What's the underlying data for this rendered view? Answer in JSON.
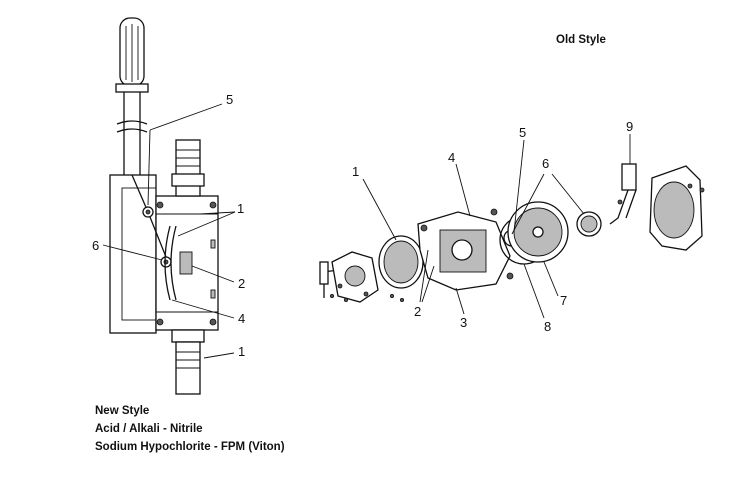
{
  "titles": {
    "old_style": "Old Style"
  },
  "new_style": {
    "title": "New Style",
    "line1": "Acid / Alkali - Nitrile",
    "line2": "Sodium Hypochlorite - FPM (Viton)"
  },
  "callouts": {
    "new": [
      "5",
      "1",
      "6",
      "2",
      "4",
      "1"
    ],
    "old": [
      "1",
      "4",
      "5",
      "6",
      "9",
      "2",
      "3",
      "7",
      "8"
    ]
  }
}
